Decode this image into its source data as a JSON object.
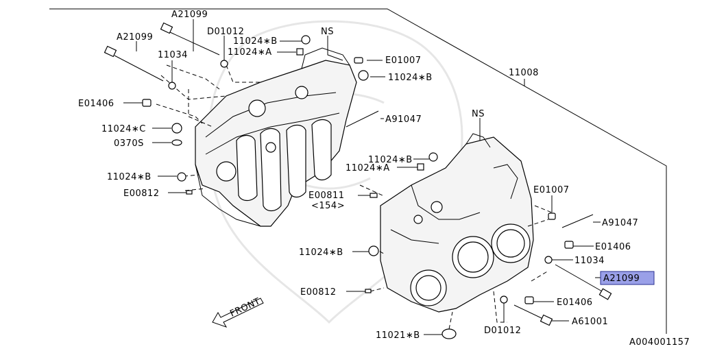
{
  "diagram_id": "A004001157",
  "labels": {
    "a21099_top": "A21099",
    "a21099_left": "A21099",
    "d01012_top": "D01012",
    "ns_top": "NS",
    "p11024b_top": "11024∗B",
    "p11024a_top": "11024∗A",
    "e01007_top": "E01007",
    "p11024b_top2": "11024∗B",
    "p11034_left": "11034",
    "p11008": "11008",
    "e01406_left": "E01406",
    "a91047_top": "A91047",
    "p11024c": "11024∗C",
    "p0370s": "0370S",
    "ns_right": "NS",
    "p11024b_mid": "11024∗B",
    "p11024a_mid": "11024∗A",
    "p11024b_left": "11024∗B",
    "e00812_left": "E00812",
    "e00811": "E00811",
    "e00811_ref": "<154>",
    "e01007_right": "E01007",
    "a91047_right": "A91047",
    "e01406_right": "E01406",
    "p11024b_right": "11024∗B",
    "p11034_right": "11034",
    "a21099_right": "A21099",
    "e00812_right": "E00812",
    "e01406_bottom": "E01406",
    "d01012_bottom": "D01012",
    "a61001": "A61001",
    "p11021b": "11021∗B",
    "front": "FRONT"
  },
  "highlight": {
    "label": "A21099",
    "color": "#9aa0e8"
  }
}
